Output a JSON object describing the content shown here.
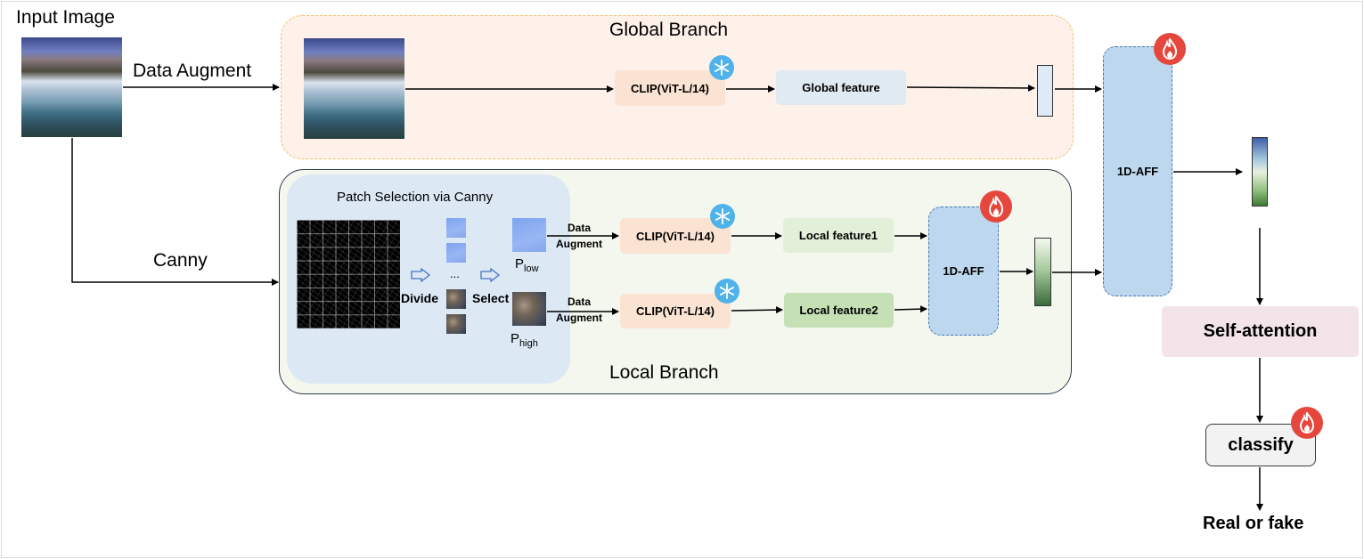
{
  "input_image_label": "Input Image",
  "data_augment_label": "Data Augment",
  "canny_label": "Canny",
  "global_branch": {
    "title": "Global Branch",
    "clip": "CLIP(ViT-L/14)",
    "feature": "Global feature"
  },
  "local_branch": {
    "title": "Local Branch",
    "patch_title": "Patch Selection via Canny",
    "divide": "Divide",
    "select": "Select",
    "ellipsis": "...",
    "p_low_base": "P",
    "p_low_sub": "low",
    "p_high_base": "P",
    "p_high_sub": "high",
    "data1": "Data",
    "augment1": "Augment",
    "data2": "Data",
    "augment2": "Augment",
    "clip1": "CLIP(ViT-L/14)",
    "clip2": "CLIP(ViT-L/14)",
    "feature1": "Local feature1",
    "feature2": "Local feature2",
    "aff": "1D-AFF"
  },
  "aff_main": "1D-AFF",
  "self_attention": "Self-attention",
  "classify": "classify",
  "output": "Real or fake",
  "colors": {
    "global_panel": "#fdf1ea",
    "local_panel": "#f3f7ee",
    "patch_panel": "#dce8f4",
    "clip_box": "#fbe3d3",
    "global_feature": "#dfeaf3",
    "local_feature1": "#e2efd9",
    "local_feature2": "#c5e0b4",
    "aff_box": "#bdd7ee",
    "self_attention": "#f3e4ea",
    "classify": "#f2f2f2",
    "fire": "#e5473c",
    "snow": "#4fb2ea"
  }
}
